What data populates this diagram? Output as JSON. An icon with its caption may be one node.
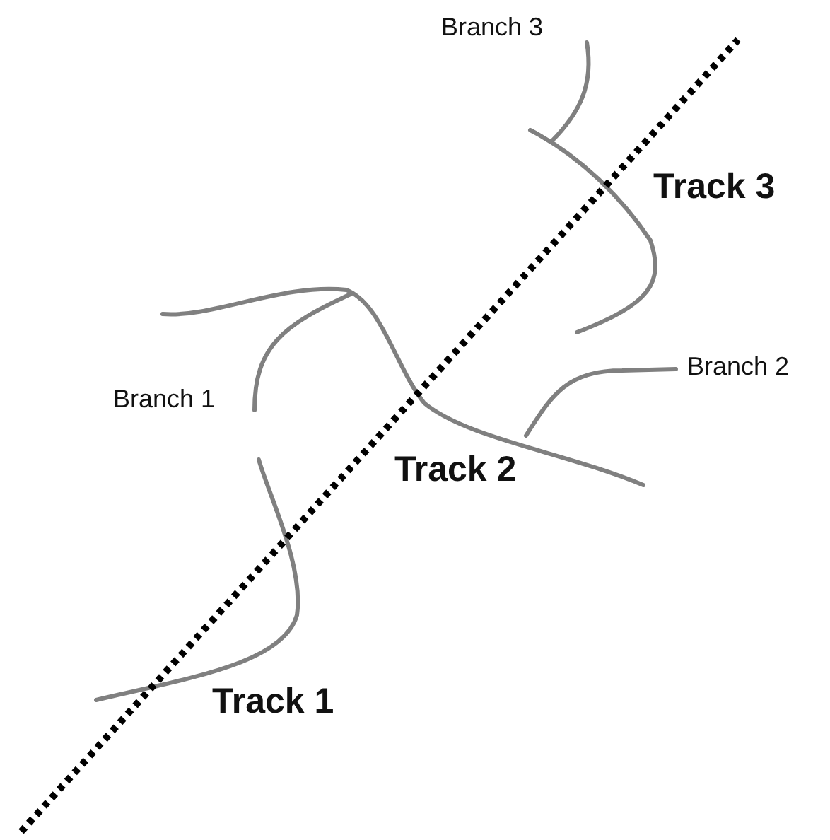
{
  "diagram": {
    "labels": [
      "Branch 3",
      "Track 3",
      "Branch 2",
      "Branch 1",
      "Track 2",
      "Track 1"
    ]
  }
}
